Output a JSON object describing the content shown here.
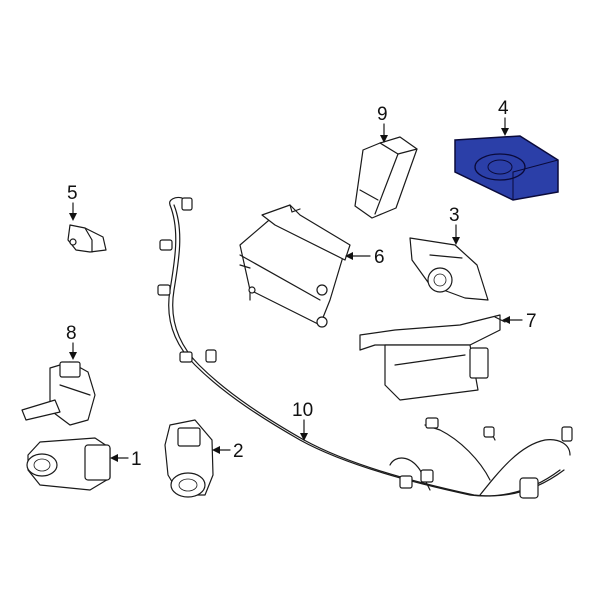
{
  "diagram": {
    "highlight_color": "#2b3fa8",
    "callouts": [
      {
        "id": "1",
        "label": "1"
      },
      {
        "id": "2",
        "label": "2"
      },
      {
        "id": "3",
        "label": "3"
      },
      {
        "id": "4",
        "label": "4"
      },
      {
        "id": "5",
        "label": "5"
      },
      {
        "id": "6",
        "label": "6"
      },
      {
        "id": "7",
        "label": "7"
      },
      {
        "id": "8",
        "label": "8"
      },
      {
        "id": "9",
        "label": "9"
      },
      {
        "id": "10",
        "label": "10"
      }
    ]
  }
}
